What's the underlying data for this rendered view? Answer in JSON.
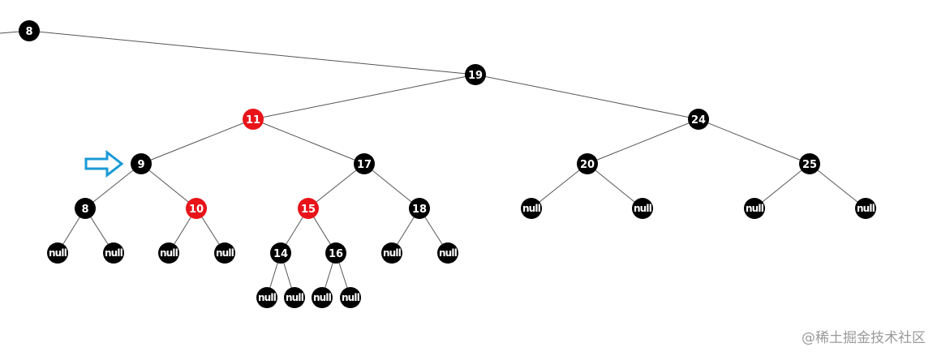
{
  "colors": {
    "black": "#000000",
    "red": "#e8141a",
    "edge": "#555555",
    "arrow": "#1a9ad6",
    "label": "#ffffff"
  },
  "watermark": "@稀土掘金技术社区",
  "tree": {
    "id": "n8a",
    "label": "8",
    "color": "black",
    "children": [
      {
        "id": "n19",
        "label": "19",
        "color": "black",
        "children": [
          {
            "id": "n11",
            "label": "11",
            "color": "red",
            "children": [
              {
                "id": "n9",
                "label": "9",
                "color": "black",
                "pointer": true,
                "children": [
                  {
                    "id": "n8b",
                    "label": "8",
                    "color": "black",
                    "children": [
                      {
                        "id": "nl1",
                        "label": "null",
                        "color": "black"
                      },
                      {
                        "id": "nl2",
                        "label": "null",
                        "color": "black"
                      }
                    ]
                  },
                  {
                    "id": "n10",
                    "label": "10",
                    "color": "red",
                    "children": [
                      {
                        "id": "nl3",
                        "label": "null",
                        "color": "black"
                      },
                      {
                        "id": "nl4",
                        "label": "null",
                        "color": "black"
                      }
                    ]
                  }
                ]
              },
              {
                "id": "n17",
                "label": "17",
                "color": "black",
                "children": [
                  {
                    "id": "n15",
                    "label": "15",
                    "color": "red",
                    "children": [
                      {
                        "id": "n14",
                        "label": "14",
                        "color": "black",
                        "children": [
                          {
                            "id": "nl5",
                            "label": "null",
                            "color": "black"
                          },
                          {
                            "id": "nl6",
                            "label": "null",
                            "color": "black"
                          }
                        ]
                      },
                      {
                        "id": "n16",
                        "label": "16",
                        "color": "black",
                        "children": [
                          {
                            "id": "nl7",
                            "label": "null",
                            "color": "black"
                          },
                          {
                            "id": "nl8",
                            "label": "null",
                            "color": "black"
                          }
                        ]
                      }
                    ]
                  },
                  {
                    "id": "n18",
                    "label": "18",
                    "color": "black",
                    "children": [
                      {
                        "id": "nl9",
                        "label": "null",
                        "color": "black"
                      },
                      {
                        "id": "nl10",
                        "label": "null",
                        "color": "black"
                      }
                    ]
                  }
                ]
              }
            ]
          },
          {
            "id": "n24",
            "label": "24",
            "color": "black",
            "children": [
              {
                "id": "n20",
                "label": "20",
                "color": "black",
                "children": [
                  {
                    "id": "nl11",
                    "label": "null",
                    "color": "black"
                  },
                  {
                    "id": "nl12",
                    "label": "null",
                    "color": "black"
                  }
                ]
              },
              {
                "id": "n25",
                "label": "25",
                "color": "black",
                "children": [
                  {
                    "id": "nl13",
                    "label": "null",
                    "color": "black"
                  },
                  {
                    "id": "nl14",
                    "label": "null",
                    "color": "black"
                  }
                ]
              }
            ]
          }
        ]
      }
    ]
  }
}
